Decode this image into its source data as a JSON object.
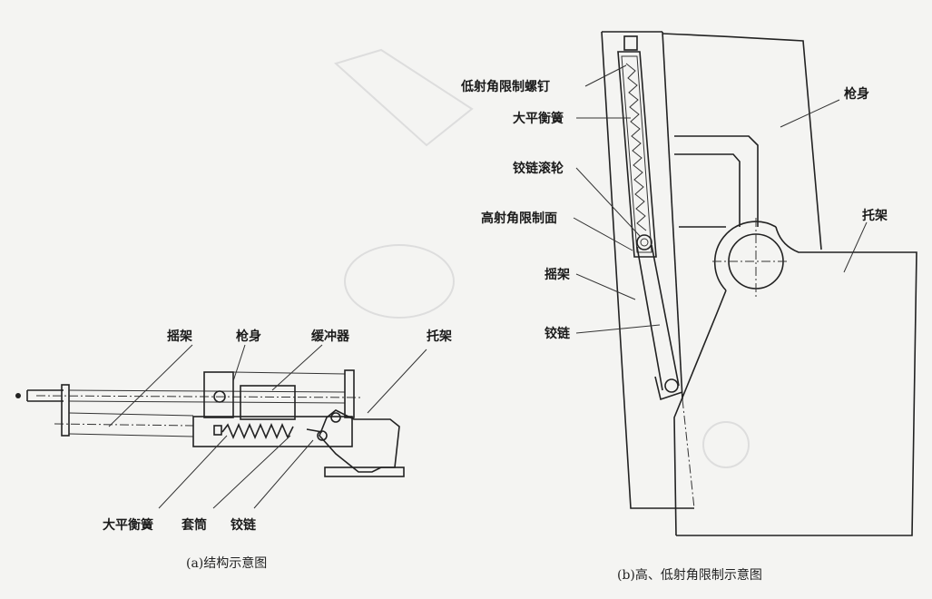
{
  "figure_a": {
    "caption": "(a)结构示意图",
    "labels": {
      "cradle": "摇架",
      "gun_body": "枪身",
      "buffer": "缓冲器",
      "bracket": "托架",
      "balance_spring": "大平衡簧",
      "sleeve": "套筒",
      "hinge": "铰链"
    }
  },
  "figure_b": {
    "caption": "(b)高、低射角限制示意图",
    "labels": {
      "low_limit_screw": "低射角限制螺钉",
      "balance_spring": "大平衡簧",
      "hinge_roller": "铰链滚轮",
      "high_limit_surface": "高射角限制面",
      "cradle": "摇架",
      "hinge": "铰链",
      "gun_body": "枪身",
      "bracket": "托架"
    }
  }
}
